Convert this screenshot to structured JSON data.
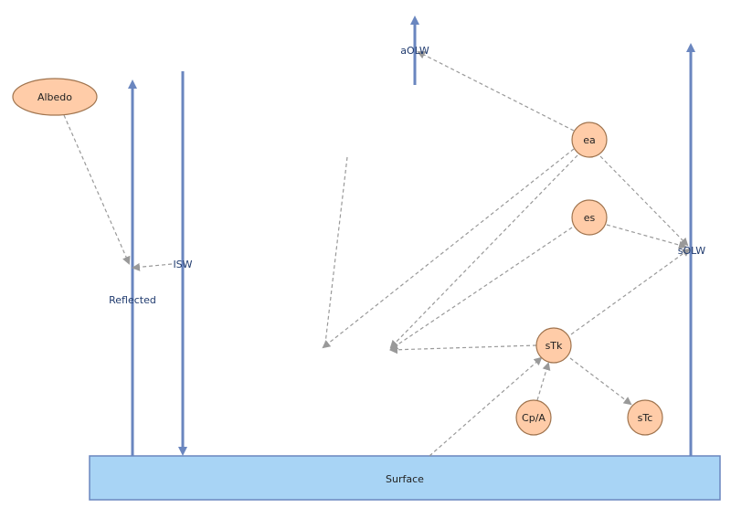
{
  "nodes": {
    "albedo": "Albedo",
    "ea": "ea",
    "es": "es",
    "stk": "sTk",
    "cpa": "Cp/A",
    "stc": "sTc"
  },
  "flows": {
    "isw": "ISW",
    "reflected": "Reflected",
    "aolw": "aOLW",
    "solw": "sOLW"
  },
  "surface": {
    "label": "Surface"
  },
  "colors": {
    "node_fill": "#ffcca8",
    "node_stroke": "#a0744e",
    "flow_arrow": "#6a86bf",
    "link_dashed": "#999999",
    "surface_fill": "#a8d4f5",
    "surface_stroke": "#6a86bf"
  }
}
